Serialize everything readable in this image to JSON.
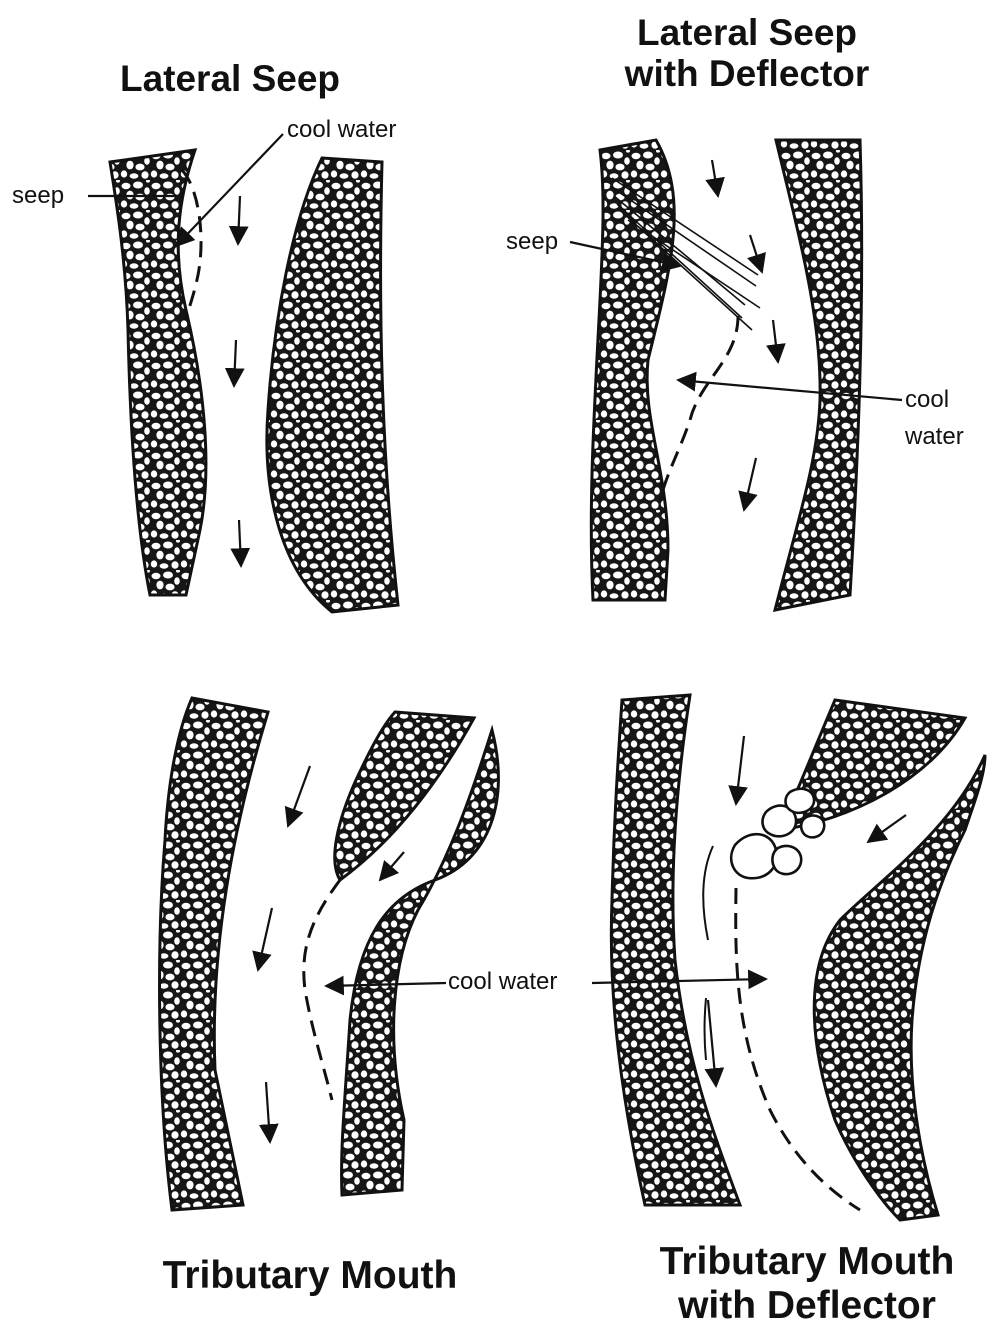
{
  "panels": {
    "lateral_seep": {
      "title": "Lateral Seep",
      "seep_label": "seep",
      "cool_label": "cool water"
    },
    "lateral_seep_deflector": {
      "title_line1": "Lateral Seep",
      "title_line2": "with Deflector",
      "seep_label": "seep",
      "cool_line1": "cool",
      "cool_line2": "water"
    },
    "tributary_mouth": {
      "title": "Tributary Mouth"
    },
    "tributary_mouth_deflector": {
      "title_line1": "Tributary Mouth",
      "title_line2": "with Deflector"
    },
    "shared_cool_label": "cool water"
  }
}
